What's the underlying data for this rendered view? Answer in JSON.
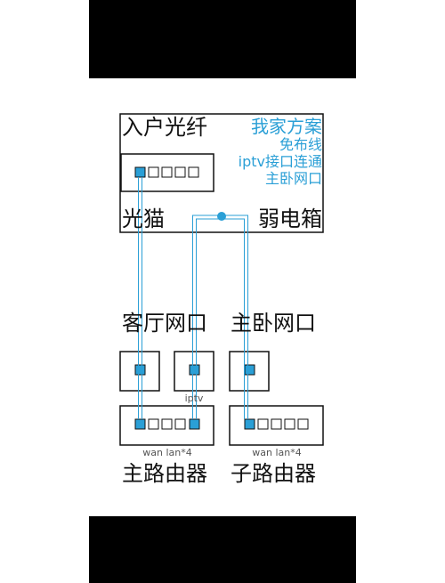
{
  "labels": {
    "fiber_in": "入户光纤",
    "modem": "光猫",
    "weak_box": "弱电箱",
    "living_port": "客厅网口",
    "bedroom_port": "主卧网口",
    "main_router": "主路由器",
    "sub_router": "子路由器",
    "iptv": "iptv",
    "main_router_ports": "wan lan*4",
    "sub_router_ports": "wan lan*4"
  },
  "scheme": {
    "title": "我家方案",
    "lines": [
      "免布线",
      "iptv接口连通",
      "主卧网口"
    ]
  },
  "colors": {
    "accent": "#2a9fd6",
    "line": "#111111",
    "bars": "#000000"
  }
}
